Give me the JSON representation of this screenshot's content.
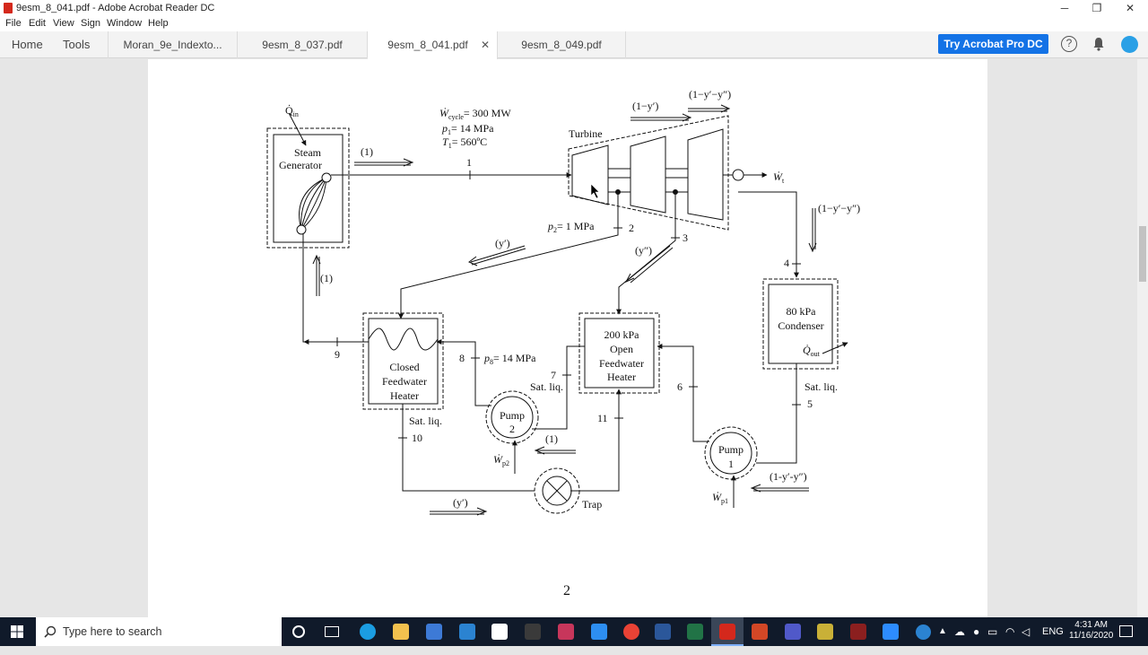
{
  "window": {
    "title": "9esm_8_041.pdf - Adobe Acrobat Reader DC",
    "minimize": "─",
    "maximize": "❐",
    "close": "✕"
  },
  "menu": [
    "File",
    "Edit",
    "View",
    "Sign",
    "Window",
    "Help"
  ],
  "nav": {
    "home": "Home",
    "tools": "Tools"
  },
  "tabs": [
    {
      "label": "Moran_9e_Indexto..."
    },
    {
      "label": "9esm_8_037.pdf"
    },
    {
      "label": "9esm_8_041.pdf",
      "active": true,
      "close": "✕"
    },
    {
      "label": "9esm_8_049.pdf"
    }
  ],
  "toolbar": {
    "try_button": "Try Acrobat Pro DC",
    "help_icon": "?"
  },
  "diagram": {
    "q_in": "Q̇",
    "q_in_sub": "in",
    "steam_generator": [
      "Steam",
      "Generator"
    ],
    "given": {
      "w_cycle": "Ẇ",
      "w_cycle_sub": "cycle",
      "w_cycle_val": "= 300 MW",
      "p1": "p",
      "p1_sub": "1",
      "p1_val": "= 14 MPa",
      "t1": "T",
      "t1_sub": "1",
      "t1_val": "= 560ºC"
    },
    "flow_1": "(1)",
    "state_1": "1",
    "turbine": "Turbine",
    "flow_1_minus_y1": "(1−y′)",
    "flow_1_minus_yy": "(1−y′−y″)",
    "w_t": "Ẇ",
    "w_t_sub": "t",
    "p2_label": "p",
    "p2_sub": "2",
    "p2_val": "= 1 MPa",
    "state_2": "2",
    "state_3": "3",
    "flow_y1": "(y′)",
    "flow_y2": "(y″)",
    "flow_right": "(1−y′−y″)",
    "state_4": "4",
    "condenser": [
      "80 kPa",
      "Condenser"
    ],
    "q_out": "Q̇",
    "q_out_sub": "out",
    "sat_liq_5": "Sat. liq.",
    "state_5": "5",
    "flow_1_up": "(1)",
    "state_9": "9",
    "closed_fwh": [
      "Closed",
      "Feedwater",
      "Heater"
    ],
    "state_8": "8",
    "p8": "p",
    "p8_sub": "8",
    "p8_val": "= 14 MPa",
    "open_fwh": [
      "200 kPa",
      "Open",
      "Feedwater",
      "Heater"
    ],
    "state_7": "7",
    "sat_liq_7": "Sat. liq.",
    "state_6": "6",
    "pump2": [
      "Pump",
      "2"
    ],
    "sat_liq_10": "Sat. liq.",
    "state_10": "10",
    "state_11": "11",
    "flow_1_pump2": "(1)",
    "w_p2": "Ẇ",
    "w_p2_sub": "p2",
    "pump1": [
      "Pump",
      "1"
    ],
    "flow_pump1": "(1-y′-y″)",
    "w_p1": "Ẇ",
    "w_p1_sub": "p1",
    "flow_y_trap": "(y′)",
    "trap": "Trap",
    "page_number": "2"
  },
  "taskbar": {
    "search_placeholder": "Type here to search",
    "lang": "ENG",
    "time": "4:31 AM",
    "date": "11/16/2020"
  },
  "colors": {
    "accent": "#1473e6",
    "taskbar": "#101a2a",
    "acrobat_red": "#d4281c"
  }
}
